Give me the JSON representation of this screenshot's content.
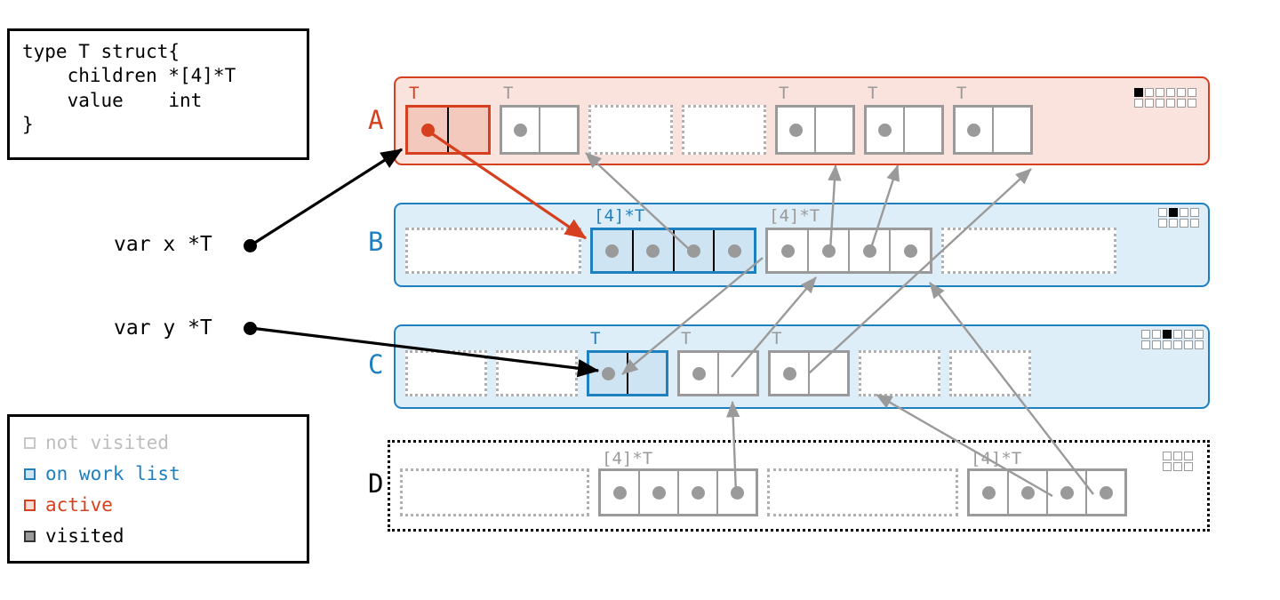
{
  "code_box": {
    "name": "type-declaration",
    "text": "type T struct{\n    children *[4]*T\n    value    int\n}"
  },
  "legend": {
    "title": "legend",
    "items": [
      {
        "label": "not visited",
        "color": "#bdbdbd",
        "border": "#c7c7c7",
        "fill": "#ffffff"
      },
      {
        "label": "on work list",
        "color": "#1f80c0",
        "border": "#1f80c0",
        "fill": "#cfe4f2"
      },
      {
        "label": "active",
        "color": "#d6401e",
        "border": "#d6401e",
        "fill": "#f6dcd4"
      },
      {
        "label": "visited",
        "color": "#000000",
        "border": "#333333",
        "fill": "#9a9a9a"
      }
    ]
  },
  "variables": [
    {
      "name": "var-x",
      "label": "var x *T"
    },
    {
      "name": "var-y",
      "label": "var y *T"
    }
  ],
  "colors": {
    "active": "#d6401e",
    "work_list": "#1f80c0",
    "not_visited": "#9a9a9a",
    "visited": "#000000",
    "region_active_fill": "#fae3dc",
    "region_work_fill": "#ddeef8"
  },
  "regions": [
    {
      "label": "A",
      "label_color": "#d6401e",
      "mem": {
        "rows": 2,
        "cols": 6,
        "filled": 1
      },
      "slots": [
        {
          "caption": "T",
          "state": "active",
          "cells": 2,
          "dots": [
            true,
            false
          ]
        },
        {
          "caption": "T",
          "state": "not_visited",
          "cells": 2,
          "dots": [
            true,
            false
          ]
        },
        {
          "caption": "",
          "state": "empty",
          "cells": 1,
          "dots": [
            false
          ]
        },
        {
          "caption": "",
          "state": "empty",
          "cells": 1,
          "dots": [
            false
          ]
        },
        {
          "caption": "T",
          "state": "not_visited",
          "cells": 2,
          "dots": [
            true,
            false
          ]
        },
        {
          "caption": "T",
          "state": "not_visited",
          "cells": 2,
          "dots": [
            true,
            false
          ]
        },
        {
          "caption": "T",
          "state": "not_visited",
          "cells": 2,
          "dots": [
            true,
            false
          ]
        }
      ]
    },
    {
      "label": "B",
      "label_color": "#1f80c0",
      "mem": {
        "rows": 2,
        "cols": 4,
        "filled": 2
      },
      "slots": [
        {
          "caption": "",
          "state": "empty",
          "cells": 1,
          "dots": [
            false
          ]
        },
        {
          "caption": "[4]*T",
          "state": "work_list",
          "cells": 4,
          "dots": [
            true,
            true,
            true,
            true
          ]
        },
        {
          "caption": "[4]*T",
          "state": "not_visited",
          "cells": 4,
          "dots": [
            true,
            true,
            true,
            true
          ]
        },
        {
          "caption": "",
          "state": "empty",
          "cells": 1,
          "dots": [
            false
          ]
        }
      ]
    },
    {
      "label": "C",
      "label_color": "#1f80c0",
      "mem": {
        "rows": 2,
        "cols": 6,
        "filled": 3
      },
      "slots": [
        {
          "caption": "",
          "state": "empty",
          "cells": 1,
          "dots": [
            false
          ]
        },
        {
          "caption": "",
          "state": "empty",
          "cells": 1,
          "dots": [
            false
          ]
        },
        {
          "caption": "T",
          "state": "work_list",
          "cells": 2,
          "dots": [
            true,
            false
          ]
        },
        {
          "caption": "T",
          "state": "not_visited",
          "cells": 2,
          "dots": [
            true,
            false
          ]
        },
        {
          "caption": "T",
          "state": "not_visited",
          "cells": 2,
          "dots": [
            true,
            false
          ]
        },
        {
          "caption": "",
          "state": "empty",
          "cells": 1,
          "dots": [
            false
          ]
        },
        {
          "caption": "",
          "state": "empty",
          "cells": 1,
          "dots": [
            false
          ]
        }
      ]
    },
    {
      "label": "D",
      "label_color": "#000000",
      "mem": {
        "rows": 2,
        "cols": 3,
        "filled": 0
      },
      "slots": [
        {
          "caption": "",
          "state": "empty",
          "cells": 1,
          "dots": [
            false
          ]
        },
        {
          "caption": "[4]*T",
          "state": "not_visited",
          "cells": 4,
          "dots": [
            true,
            true,
            true,
            true
          ]
        },
        {
          "caption": "",
          "state": "empty",
          "cells": 1,
          "dots": [
            false
          ]
        },
        {
          "caption": "[4]*T",
          "state": "not_visited",
          "cells": 4,
          "dots": [
            true,
            true,
            true,
            true
          ]
        }
      ]
    }
  ],
  "arrows": [
    {
      "name": "arrow-x-to-A0",
      "color": "#000000",
      "from": [
        282,
        276
      ],
      "to": [
        452,
        168
      ]
    },
    {
      "name": "arrow-y-to-C2",
      "color": "#000000",
      "from": [
        282,
        369
      ],
      "to": [
        673,
        417
      ]
    },
    {
      "name": "arrow-A0-to-B1",
      "color": "#d6401e",
      "from": [
        481,
        147
      ],
      "to": [
        659,
        268
      ]
    },
    {
      "name": "arrow-B1c2-to-A1",
      "color": "#9a9a9a",
      "from": [
        778,
        283
      ],
      "to": [
        659,
        172
      ]
    },
    {
      "name": "arrow-B2-to-C2",
      "color": "#9a9a9a",
      "from": [
        858,
        290
      ],
      "to": [
        700,
        421
      ]
    },
    {
      "name": "arrow-B2c1-to-A4",
      "color": "#9a9a9a",
      "from": [
        934,
        282
      ],
      "to": [
        940,
        186
      ]
    },
    {
      "name": "arrow-B2c2-to-A5",
      "color": "#9a9a9a",
      "from": [
        979,
        282
      ],
      "to": [
        1010,
        186
      ]
    },
    {
      "name": "arrow-C3-to-B2",
      "color": "#9a9a9a",
      "from": [
        823,
        424
      ],
      "to": [
        918,
        312
      ]
    },
    {
      "name": "arrow-C4-to-A6",
      "color": "#9a9a9a",
      "from": [
        910,
        420
      ],
      "to": [
        1160,
        190
      ]
    },
    {
      "name": "arrow-D1c3-to-C3",
      "color": "#9a9a9a",
      "from": [
        828,
        555
      ],
      "to": [
        824,
        452
      ]
    },
    {
      "name": "arrow-D3c2-to-C4",
      "color": "#9a9a9a",
      "from": [
        1184,
        558
      ],
      "to": [
        986,
        444
      ]
    },
    {
      "name": "arrow-D3c3-to-B2",
      "color": "#9a9a9a",
      "from": [
        1230,
        556
      ],
      "to": [
        1046,
        318
      ]
    }
  ]
}
